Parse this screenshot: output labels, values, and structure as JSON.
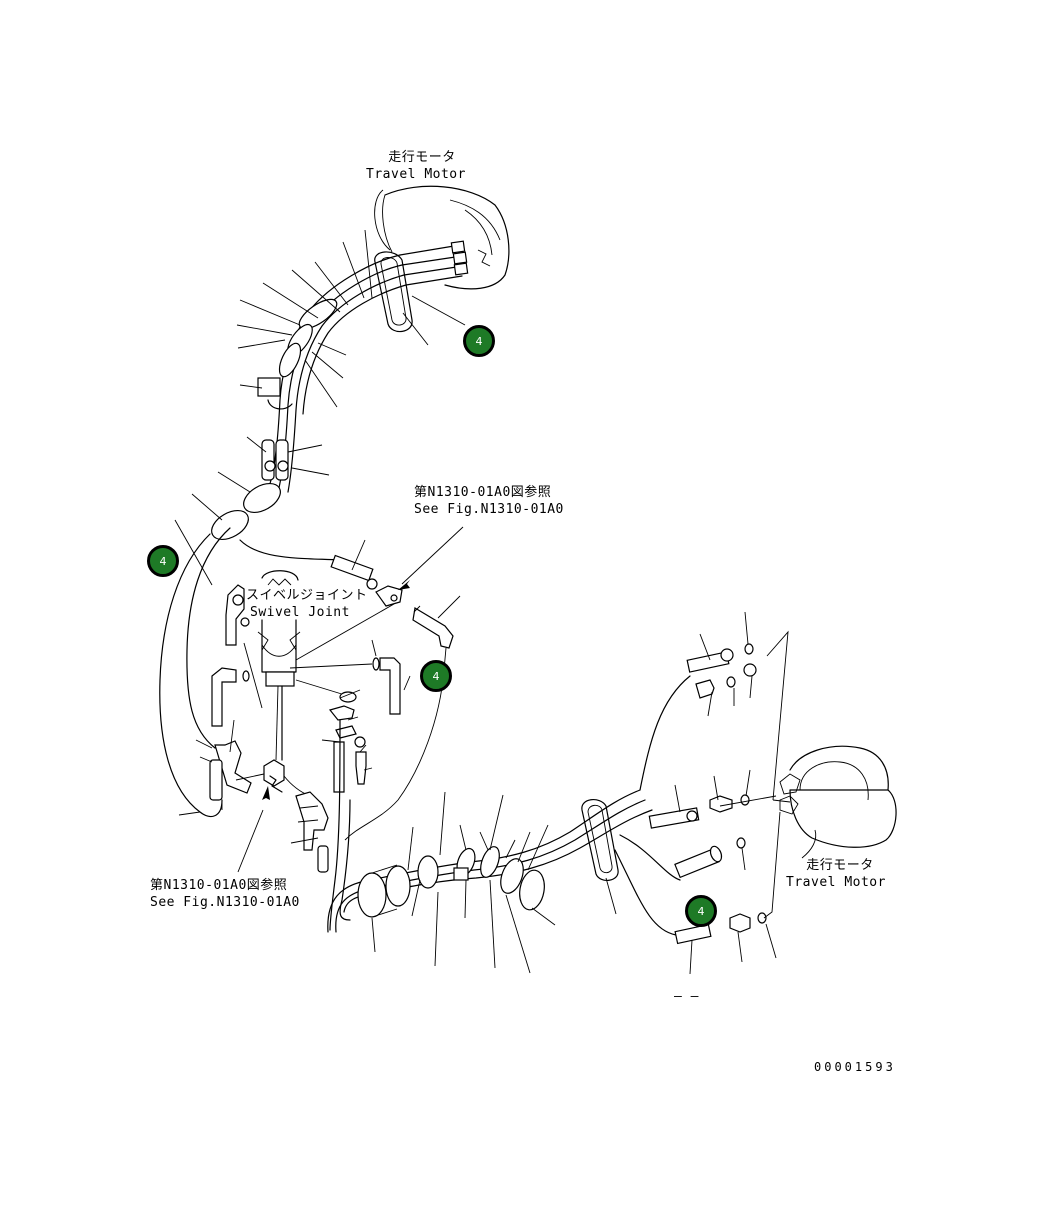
{
  "labels": {
    "travel_motor_top_jp": "走行モータ",
    "travel_motor_top_en": "Travel Motor",
    "see_fig_top_jp": "第N1310-01A0図参照",
    "see_fig_top_en": "See Fig.N1310-01A0",
    "swivel_joint_jp": "スイベルジョイント",
    "swivel_joint_en": "Swivel Joint",
    "see_fig_bottom_jp": "第N1310-01A0図参照",
    "see_fig_bottom_en": "See Fig.N1310-01A0",
    "travel_motor_right_jp": "走行モータ",
    "travel_motor_right_en": "Travel Motor",
    "dash_mark": "– –",
    "drawing_number": "00001593"
  },
  "callouts": [
    {
      "number": "4"
    },
    {
      "number": "4"
    },
    {
      "number": "4"
    },
    {
      "number": "4"
    }
  ],
  "colors": {
    "callout_fill": "#1e7a26",
    "line": "#000000",
    "background": "#ffffff"
  }
}
